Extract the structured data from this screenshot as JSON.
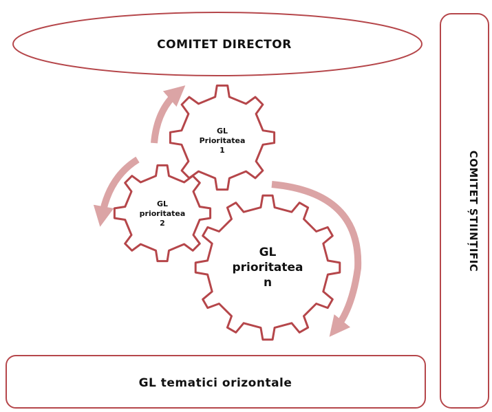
{
  "colors": {
    "outline": "#b5464a",
    "arrow": "#dba4a5",
    "text": "#111111",
    "background": "#ffffff"
  },
  "director": {
    "label": "COMITET DIRECTOR"
  },
  "scientific": {
    "label": "COMITET ȘTIINȚIFIC"
  },
  "horizontal": {
    "label": "GL tematici orizontale"
  },
  "gears": [
    {
      "lines": [
        "GL",
        "Prioritatea",
        "1"
      ]
    },
    {
      "lines": [
        "GL",
        "prioritatea",
        "2"
      ]
    },
    {
      "lines": [
        "GL",
        "prioritatea",
        "n"
      ]
    }
  ]
}
